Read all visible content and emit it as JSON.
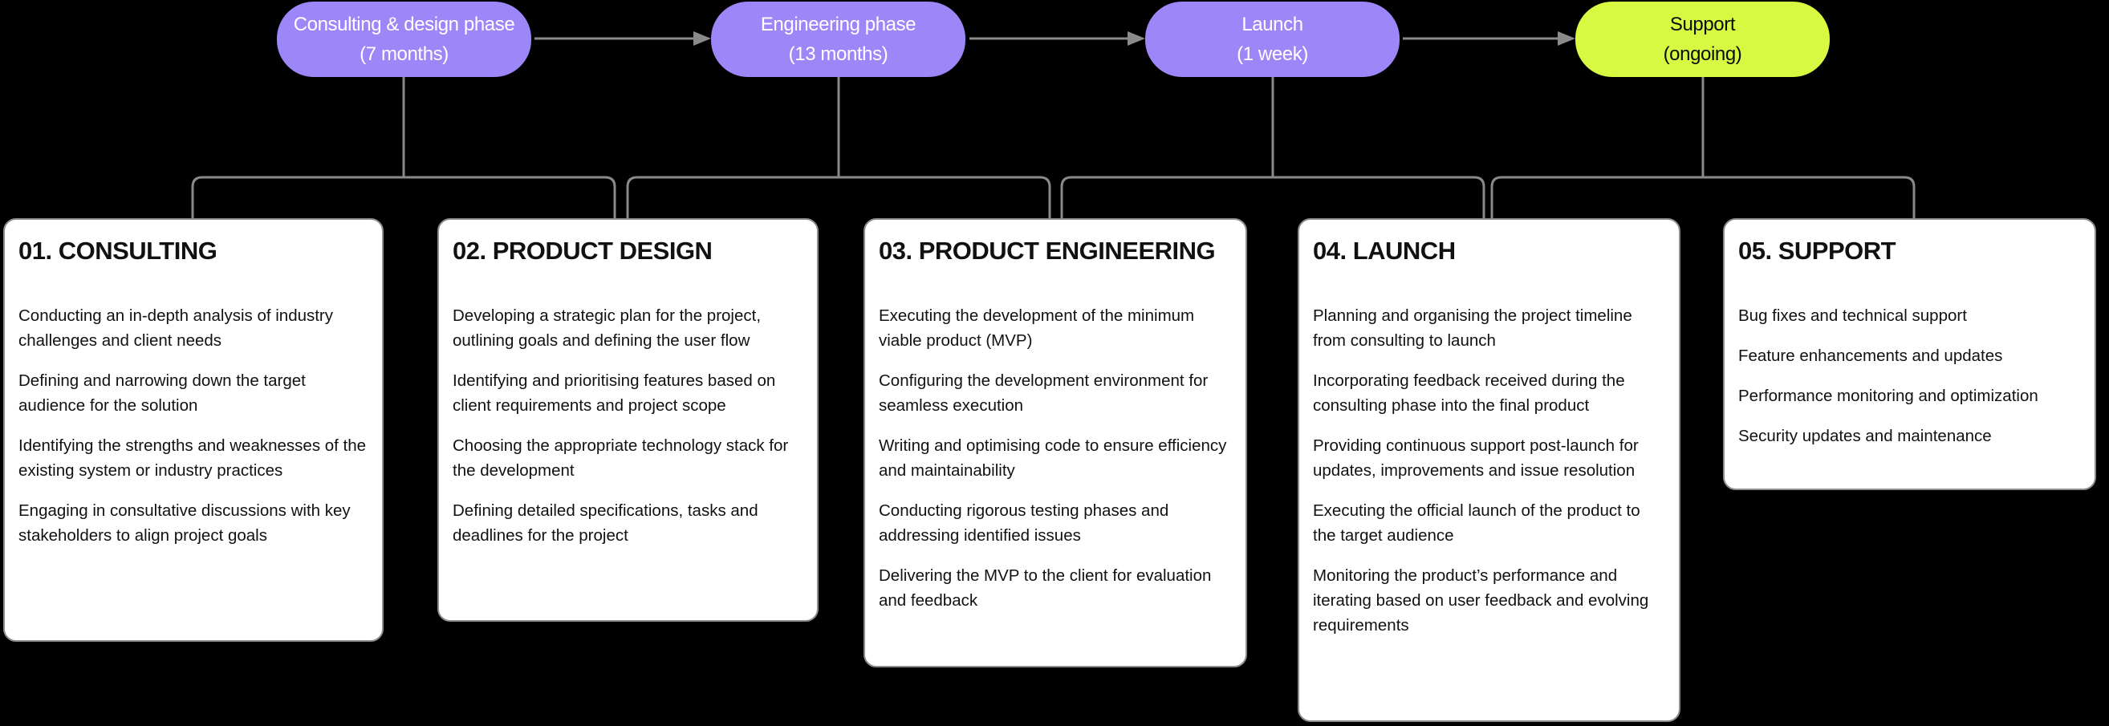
{
  "colors": {
    "background": "#000000",
    "phase_purple": "#9d86f8",
    "phase_lime": "#d8f942",
    "phase_text_light": "#ffffff",
    "phase_text_dark": "#0b0b0b",
    "connector_gray": "#8a8a8a",
    "card_background": "#ffffff",
    "card_border": "#8d8d8d",
    "card_text": "#111111"
  },
  "phases": [
    {
      "label": "Consulting & design phase",
      "duration": "(7 months)"
    },
    {
      "label": "Engineering phase",
      "duration": "(13 months)"
    },
    {
      "label": "Launch",
      "duration": "(1 week)"
    },
    {
      "label": "Support",
      "duration": "(ongoing)"
    }
  ],
  "cards": [
    {
      "title": "01. CONSULTING",
      "items": [
        "Conducting an in-depth analysis of industry challenges and client needs",
        "Defining and narrowing down the target audience for the solution",
        "Identifying the strengths and weaknesses of the existing system or industry practices",
        "Engaging in consultative discussions with key stakeholders to align project goals"
      ]
    },
    {
      "title": "02. PRODUCT DESIGN",
      "items": [
        "Developing a strategic plan for the project, outlining goals and defining the user flow",
        "Identifying and prioritising features based on client requirements and project scope",
        "Choosing the appropriate technology stack for the development",
        "Defining detailed specifications, tasks and deadlines for the project"
      ]
    },
    {
      "title": "03. PRODUCT ENGINEERING",
      "items": [
        "Executing the development of the minimum viable product (MVP)",
        "Configuring the development environment for seamless execution",
        "Writing and optimising code to ensure efficiency and maintainability",
        "Conducting rigorous testing phases and addressing identified issues",
        "Delivering the MVP to the client for evaluation and feedback"
      ]
    },
    {
      "title": "04. LAUNCH",
      "items": [
        "Planning and organising the project timeline from consulting to launch",
        "Incorporating feedback received during the consulting phase into the final product",
        "Providing continuous support post-launch for updates, improvements and issue resolution",
        "Executing the official launch of the product to the target audience",
        "Monitoring the product’s performance and iterating based on user feedback and evolving requirements"
      ]
    },
    {
      "title": "05. SUPPORT",
      "items": [
        "Bug fixes and technical support",
        "Feature enhancements and updates",
        "Performance monitoring and optimization",
        "Security updates and maintenance"
      ]
    }
  ]
}
